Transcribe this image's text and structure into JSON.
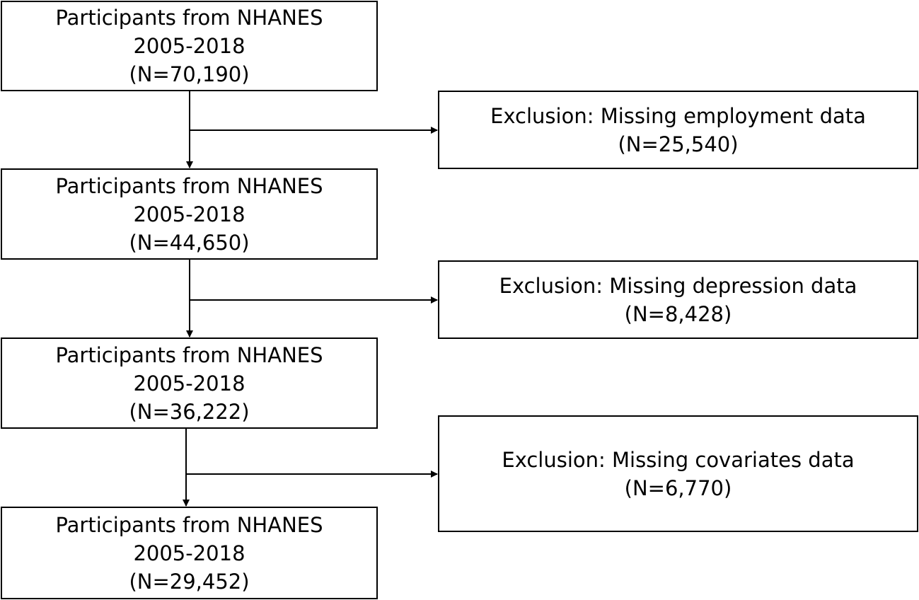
{
  "flowchart": {
    "steps": [
      {
        "line1": "Participants from NHANES",
        "line2": "2005-2018",
        "count": "(N=70,190)"
      },
      {
        "line1": "Participants from NHANES",
        "line2": "2005-2018",
        "count": "(N=44,650)"
      },
      {
        "line1": "Participants from NHANES",
        "line2": "2005-2018",
        "count": "(N=36,222)"
      },
      {
        "line1": "Participants from NHANES",
        "line2": "2005-2018",
        "count": "(N=29,452)"
      }
    ],
    "exclusions": [
      {
        "label": "Exclusion: Missing employment data",
        "count": "(N=25,540)"
      },
      {
        "label": "Exclusion: Missing depression data",
        "count": "(N=8,428)"
      },
      {
        "label": "Exclusion: Missing covariates data",
        "count": "(N=6,770)"
      }
    ]
  }
}
